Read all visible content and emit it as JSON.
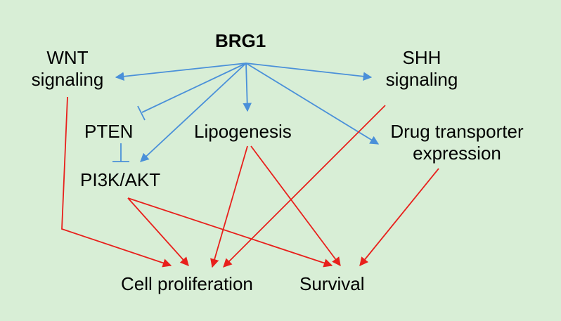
{
  "nodes": {
    "brg1": "BRG1",
    "wnt": [
      "WNT",
      "signaling"
    ],
    "shh": [
      "SHH",
      "signaling"
    ],
    "pten": "PTEN",
    "lipogenesis": "Lipogenesis",
    "drug": [
      "Drug transporter",
      "expression"
    ],
    "pi3k": "PI3K/AKT",
    "cell_proliferation": "Cell proliferation",
    "survival": "Survival"
  },
  "colors": {
    "background": "#d8eed6",
    "activation_from_brg1": "#4a90d9",
    "inhibition": "#4a90d9",
    "downstream_effect": "#e8201c"
  }
}
